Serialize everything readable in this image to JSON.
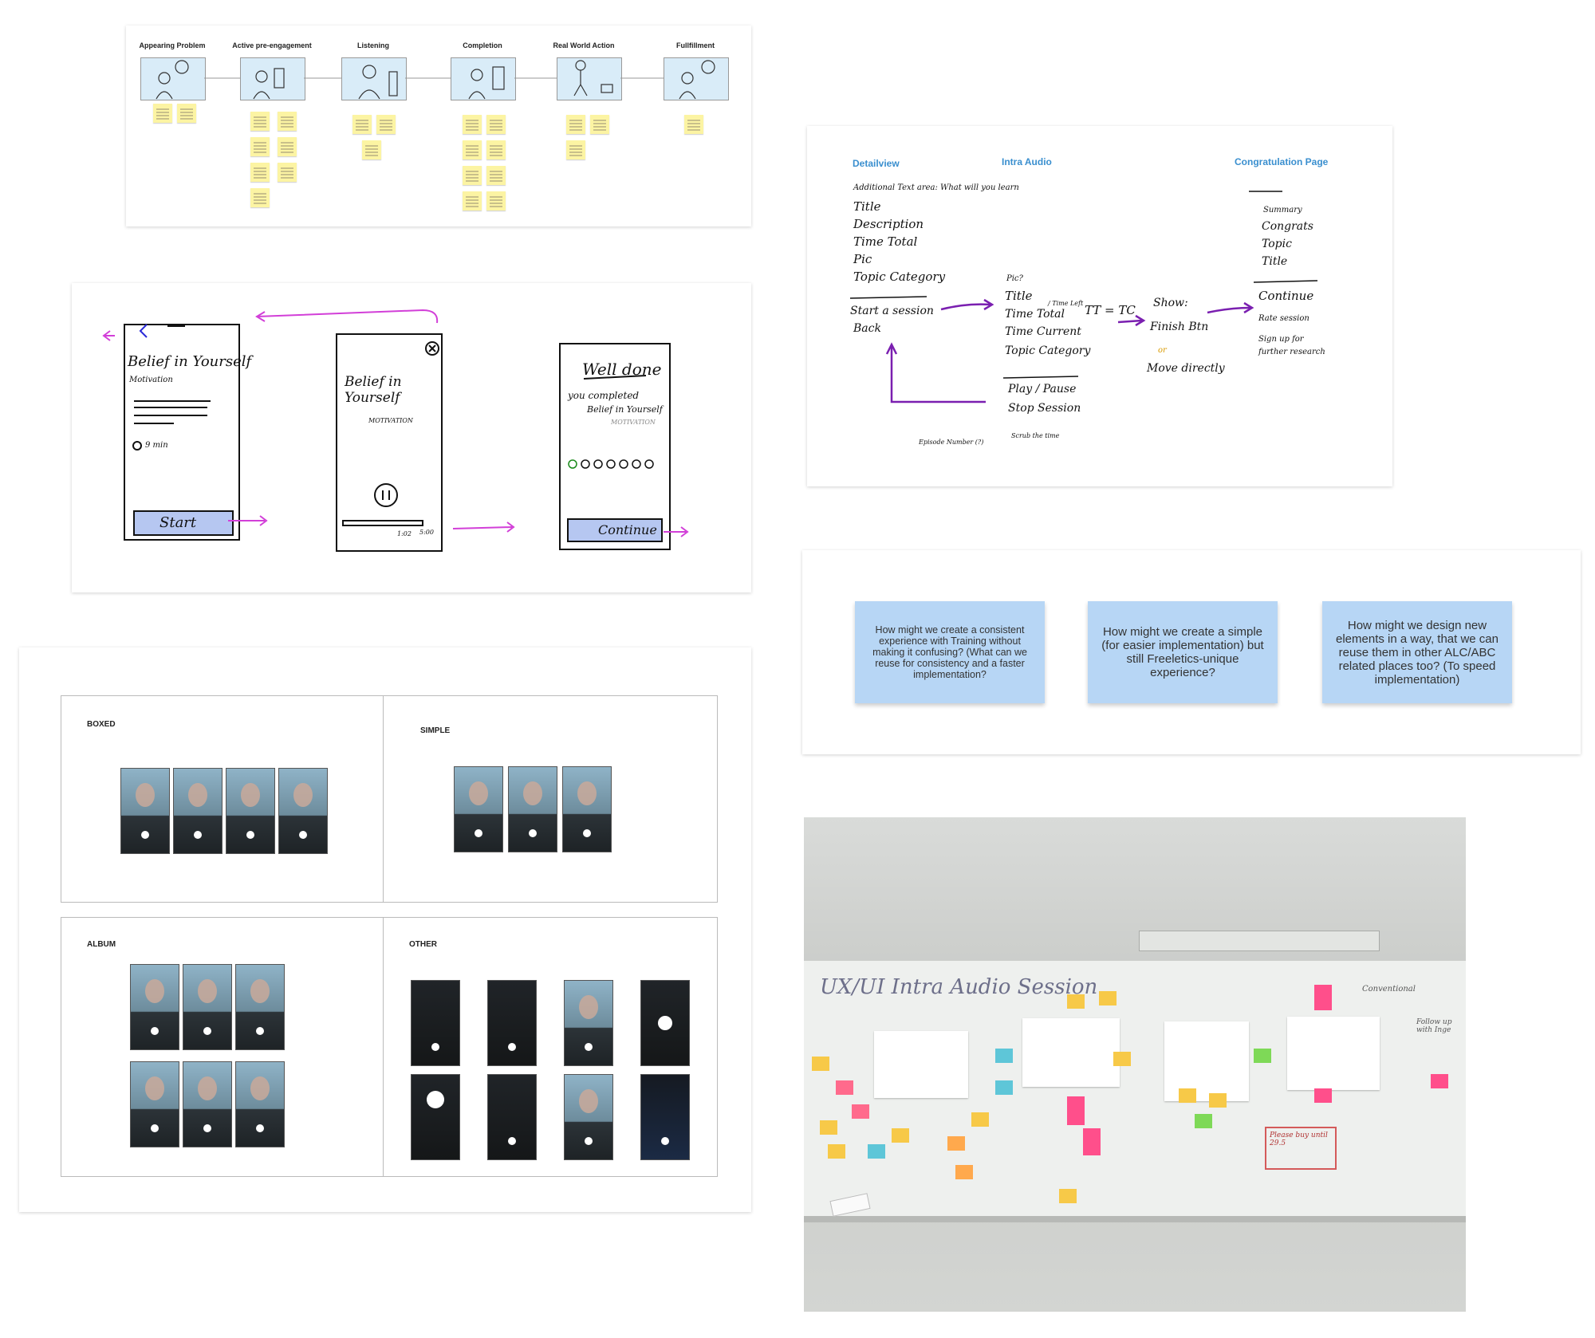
{
  "journey": {
    "phases": [
      "Appearing Problem",
      "Active pre-engagement",
      "Listening",
      "Completion",
      "Real World Action",
      "Fullfillment"
    ]
  },
  "wireframe": {
    "detail_title": "Belief in Yourself",
    "detail_sub": "Motivation",
    "detail_time": "9 min",
    "detail_button": "Start",
    "player_title": "Belief in Yourself",
    "player_sub": "MOTIVATION",
    "player_time_current": "1:02",
    "player_time_total": "5:00",
    "done_title": "Well done",
    "done_text": "you completed",
    "done_session": "Belief in Yourself",
    "done_sub": "MOTIVATION",
    "done_button": "Continue"
  },
  "flow": {
    "col1_title": "Detailview",
    "col2_title": "Intra Audio",
    "col3_title": "Congratulation Page",
    "col1_note": "Additional Text area: What will you learn",
    "col1_items": [
      "Title",
      "Description",
      "Time Total",
      "Pic",
      "Topic Category"
    ],
    "col1_actions": [
      "Start a session",
      "Back"
    ],
    "col1_footnote": "Episode Number (?)",
    "col2_pic": "Pic?",
    "col2_time_left": "/ Time Left",
    "col2_items": [
      "Title",
      "Time Total",
      "Time Current",
      "Topic Category"
    ],
    "col2_formula": "TT = TC",
    "col2_actions": [
      "Play / Pause",
      "Stop Session"
    ],
    "col2_footnote": "Scrub the time",
    "show_label": "Show:",
    "show_item": "Finish Btn",
    "show_or": "or",
    "show_alt": "Move directly",
    "col3_items": [
      "Summary",
      "Congrats",
      "Topic",
      "Title"
    ],
    "col3_action": "Continue",
    "col3_notes": [
      "Rate session",
      "Sign up for",
      "further research"
    ]
  },
  "hmw": [
    "How might we create a consistent experience with Training without making it confusing? (What can we reuse for consistency and a faster implementation?",
    "How might we create a simple (for easier implementation) but still Freeletics-unique experience?",
    "How might we design new elements in a way, that we can reuse them in other ALC/ABC related places too? (To speed implementation)"
  ],
  "variants": {
    "boxed": "BOXED",
    "simple": "SIMPLE",
    "album": "ALBUM",
    "other": "OTHER"
  },
  "whiteboard": {
    "title": "UX/UI Intra Audio Session",
    "notes": [
      "Conventional",
      "Follow up with Inge",
      "Please buy until 29.5"
    ]
  },
  "colors": {
    "hmw_sticky": "#b7d6f5",
    "small_sticky": "#fcf4a3",
    "flow_arrow": "#7a1fb0",
    "pink_arrow": "#d23fd8",
    "heading_blue": "#3a8fcf"
  }
}
